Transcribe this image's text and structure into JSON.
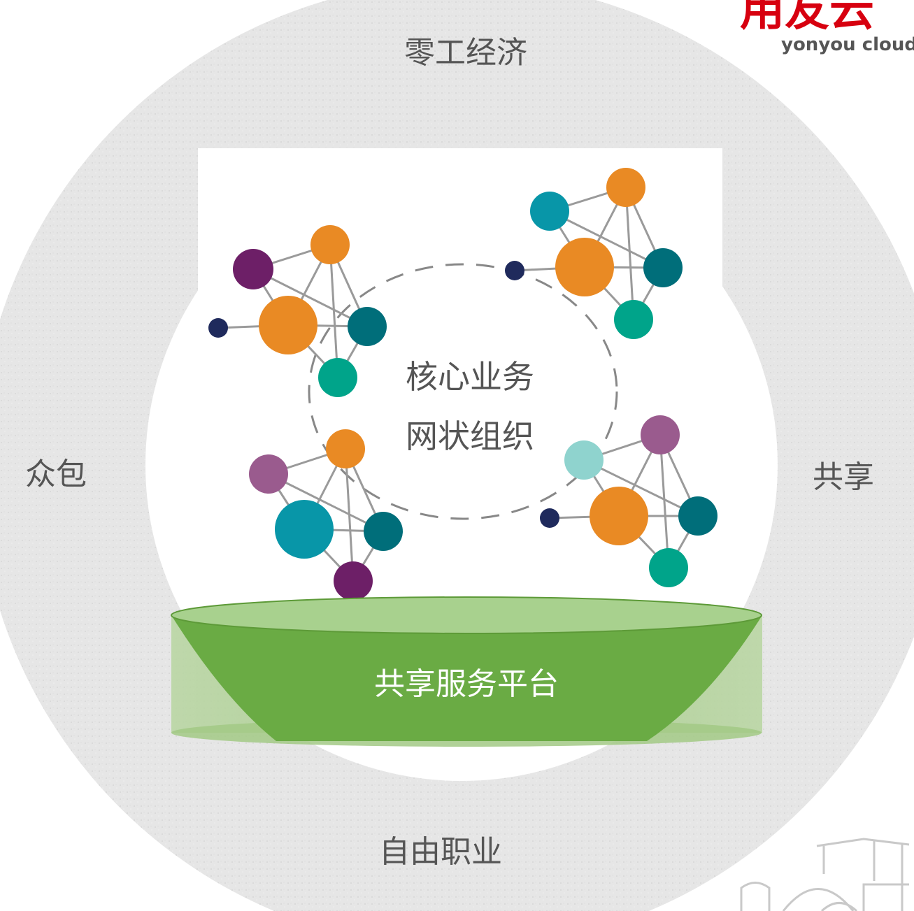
{
  "brand": {
    "name_cn": "用友云",
    "name_en": "yonyou cloud"
  },
  "outer_ring": {
    "top": "零工经济",
    "left": "众包",
    "right": "共享",
    "bottom": "自由职业"
  },
  "core": {
    "line1": "核心业务",
    "line2": "网状组织"
  },
  "platform": {
    "label": "共享服务平台"
  },
  "colors": {
    "ring": "#e4e4e4",
    "orange": "#e98a24",
    "purple": "#6d1f67",
    "mauve": "#9a5b8e",
    "teal_dark": "#006e7a",
    "teal_blue": "#0896a8",
    "green_teal": "#00a48a",
    "mint": "#8fd3ce",
    "navy": "#1f2a5c",
    "platform_green": "#6aab44",
    "platform_top": "#a8d18e",
    "brand_red": "#d7000f"
  },
  "icons": [
    "network-cluster-icon",
    "city-skyline-icon"
  ]
}
